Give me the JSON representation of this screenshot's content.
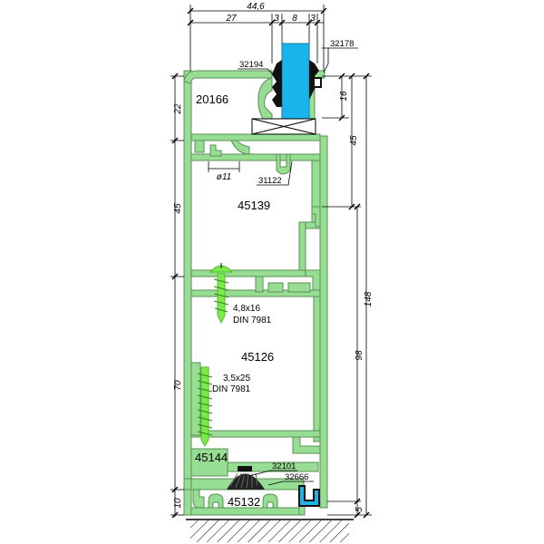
{
  "drawing": {
    "dimensions": {
      "overall_width": "44,6",
      "width_left": "27",
      "width_a": "3",
      "width_glass": "8",
      "width_b": "3",
      "height_22": "22",
      "height_16": "16",
      "height_45_right": "45",
      "height_45_left": "45",
      "height_148": "148",
      "height_98": "98",
      "height_70": "70",
      "height_10": "10",
      "height_5": "5",
      "diameter": "ø11"
    },
    "parts": {
      "profile_top": "20166",
      "profile_mid": "45139",
      "profile_lower": "45126",
      "profile_base": "45144",
      "profile_bottom": "45132"
    },
    "callouts": {
      "gasket_outer": "32178",
      "gasket_inner": "32194",
      "spacer": "31122",
      "brush": "32101",
      "seal": "32666"
    },
    "screws": {
      "screw1_size": "4,8x16",
      "screw1_norm": "DIN 7981",
      "screw2_size": "3,5x25",
      "screw2_norm": "DIN 7981"
    },
    "colors": {
      "profile_fill": "#97dd93",
      "profile_stroke": "#5a8f55",
      "glass": "#19b4ea",
      "gasket": "#111111",
      "screw": "#7fe84a",
      "outline": "#000000"
    }
  }
}
